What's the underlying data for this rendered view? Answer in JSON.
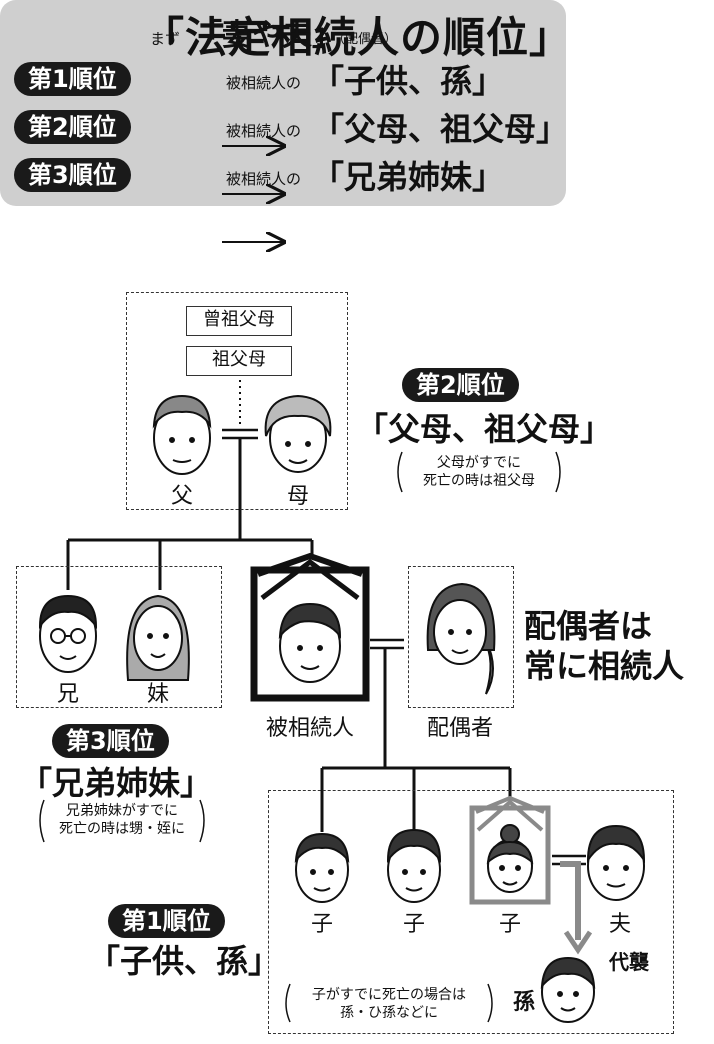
{
  "title": "「法定相続人の順位」",
  "summary": {
    "spouse_prefix": "まず",
    "spouse_word": "「妻や夫」",
    "spouse_suffix": "（配偶者）",
    "ranks": [
      {
        "pill": "第1順位",
        "prefix": "被相続人の",
        "target": "「子供、孫」"
      },
      {
        "pill": "第2順位",
        "prefix": "被相続人の",
        "target": "「父母、祖父母」"
      },
      {
        "pill": "第3順位",
        "prefix": "被相続人の",
        "target": "「兄弟姉妹」"
      }
    ]
  },
  "tree": {
    "great_grandparents": "曾祖父母",
    "grandparents": "祖父母",
    "father": "父",
    "mother": "母",
    "rank2": {
      "pill": "第2順位",
      "title": "「父母、祖父母」",
      "note_line1": "父母がすでに",
      "note_line2": "死亡の時は祖父母"
    },
    "brother": "兄",
    "sister": "妹",
    "deceased": "被相続人",
    "spouse": "配偶者",
    "spouse_note_line1": "配偶者は",
    "spouse_note_line2": "常に相続人",
    "rank3": {
      "pill": "第3順位",
      "title": "「兄弟姉妹」",
      "note_line1": "兄弟姉妹がすでに",
      "note_line2": "死亡の時は甥・姪に"
    },
    "child1": "子",
    "child2": "子",
    "child3": "子",
    "husband": "夫",
    "substitution": "代襲",
    "grandchild": "孫",
    "rank1": {
      "pill": "第1順位",
      "title": "「子供、孫」",
      "note_line1": "子がすでに死亡の場合は",
      "note_line2": "孫・ひ孫などに"
    }
  }
}
